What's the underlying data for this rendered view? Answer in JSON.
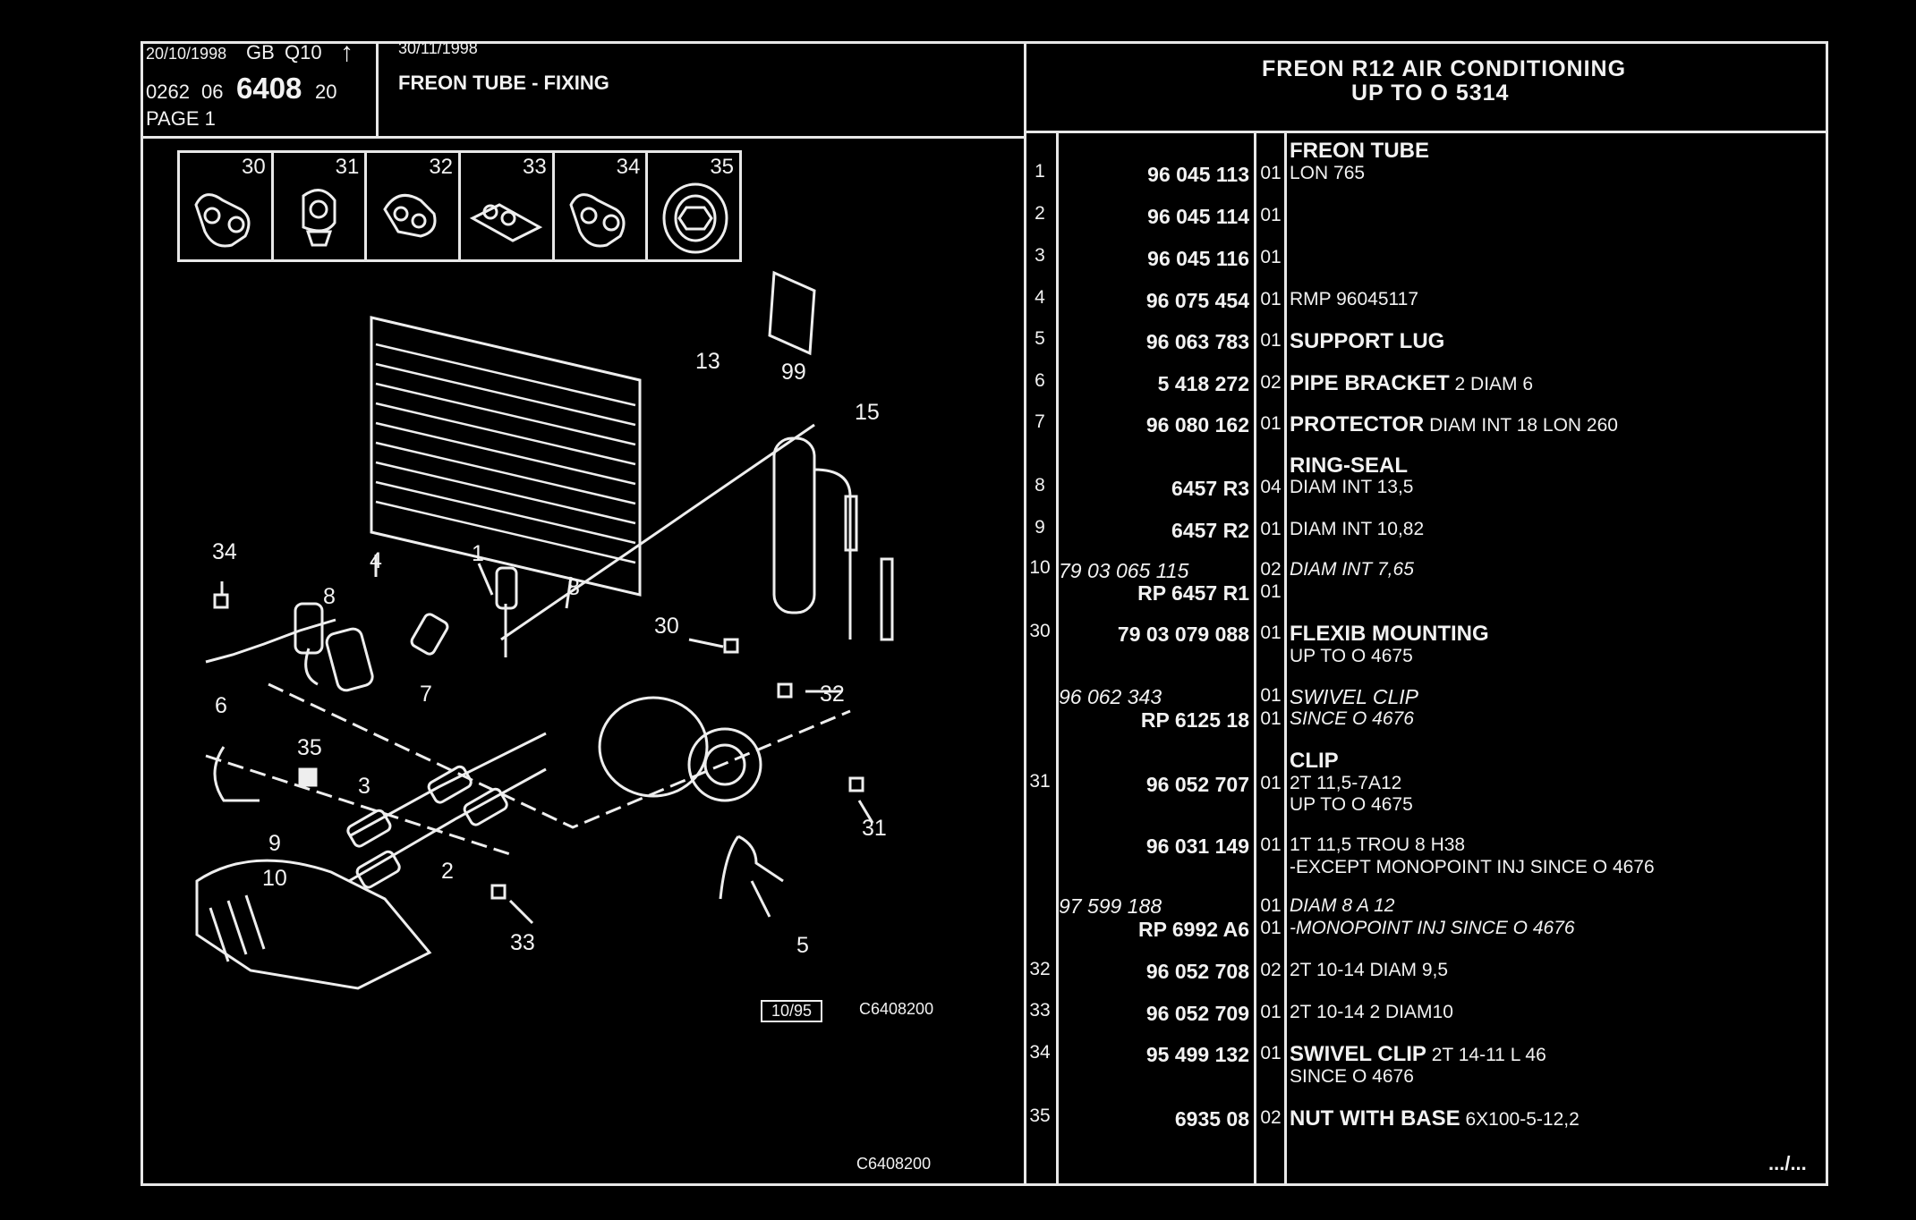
{
  "header": {
    "date1": "20/10/1998",
    "lang": "GB",
    "code": "Q10",
    "arrow": "↑",
    "ref_a": "0262",
    "ref_b": "06",
    "ref_c": "6408",
    "ref_d": "20",
    "page": "PAGE 1",
    "date2": "30/11/1998",
    "section_title": "FREON TUBE - FIXING",
    "group_title_1": "FREON R12 AIR CONDITIONING",
    "group_title_2": "UP TO O 5314"
  },
  "thumbnails": [
    "30",
    "31",
    "32",
    "33",
    "34",
    "35"
  ],
  "diagram": {
    "callouts": [
      "99",
      "13",
      "15",
      "34",
      "4",
      "1",
      "8",
      "8",
      "30",
      "6",
      "7",
      "32",
      "35",
      "3",
      "9",
      "2",
      "10",
      "31",
      "33",
      "5"
    ],
    "stamp_date": "10/95",
    "stamp_code": "C6408200",
    "footer_code": "C6408200"
  },
  "parts": [
    {
      "heading": "FREON TUBE"
    },
    {
      "row": "1",
      "pn": "96 045 113",
      "qty": "01",
      "desc": "LON 765"
    },
    {
      "row": "2",
      "pn": "96 045 114",
      "qty": "01",
      "desc": ""
    },
    {
      "row": "3",
      "pn": "96 045 116",
      "qty": "01",
      "desc": ""
    },
    {
      "row": "4",
      "pn": "96 075 454",
      "qty": "01",
      "desc": "RMP 96045117"
    },
    {
      "row": "5",
      "pn": "96 063 783",
      "qty": "01",
      "bold": "SUPPORT LUG",
      "desc": ""
    },
    {
      "row": "6",
      "pn": "5 418 272",
      "qty": "02",
      "bold": "PIPE BRACKET",
      "desc": "2 DIAM 6"
    },
    {
      "row": "7",
      "pn": "96 080 162",
      "qty": "01",
      "bold": "PROTECTOR",
      "desc": "DIAM INT 18 LON 260"
    },
    {
      "heading2": "RING-SEAL"
    },
    {
      "row": "8",
      "pn": "6457 R3",
      "qty": "04",
      "desc": "DIAM INT 13,5"
    },
    {
      "row": "9",
      "pn": "6457 R2",
      "qty": "01",
      "desc": "DIAM INT 10,82"
    },
    {
      "row": "10",
      "pn_italic": "79 03 065 115",
      "qty": "02",
      "desc_italic": "DIAM INT 7,65"
    },
    {
      "pn": "RP 6457 R1",
      "qty": "01"
    },
    {
      "row": "30",
      "pn": "79 03 079 088",
      "qty": "01",
      "bold": "FLEXIB MOUNTING",
      "desc": ""
    },
    {
      "desc2": "UP TO O 4675"
    },
    {
      "pn_italic": "96 062 343",
      "qty": "01",
      "desc_italic": "SWIVEL CLIP"
    },
    {
      "pn": "RP 6125 18",
      "qty": "01",
      "desc_italic": "SINCE O 4676"
    },
    {
      "heading3": "CLIP"
    },
    {
      "row": "31",
      "pn": "96 052 707",
      "qty": "01",
      "desc": "2T 11,5-7A12"
    },
    {
      "desc2": "UP TO O 4675"
    },
    {
      "pn": "96 031 149",
      "qty": "01",
      "desc": "1T 11,5 TROU 8 H38"
    },
    {
      "desc2": "-EXCEPT MONOPOINT INJ SINCE O 4676"
    },
    {
      "pn_italic": "97 599 188",
      "qty": "01",
      "desc_italic": "DIAM 8 A 12"
    },
    {
      "pn": "RP 6992 A6",
      "qty": "01",
      "desc_italic": "-MONOPOINT INJ SINCE O 4676"
    },
    {
      "row": "32",
      "pn": "96 052 708",
      "qty": "02",
      "desc": "2T 10-14 DIAM 9,5"
    },
    {
      "row": "33",
      "pn": "96 052 709",
      "qty": "01",
      "desc": "2T 10-14 2 DIAM10"
    },
    {
      "row": "34",
      "pn": "95 499 132",
      "qty": "01",
      "bold": "SWIVEL CLIP",
      "desc": "2T 14-11 L 46"
    },
    {
      "desc2": "SINCE O 4676"
    },
    {
      "row": "35",
      "pn": "6935 08",
      "qty": "02",
      "bold": "NUT WITH BASE",
      "desc": "6X100-5-12,2"
    }
  ],
  "continued": ".../..."
}
